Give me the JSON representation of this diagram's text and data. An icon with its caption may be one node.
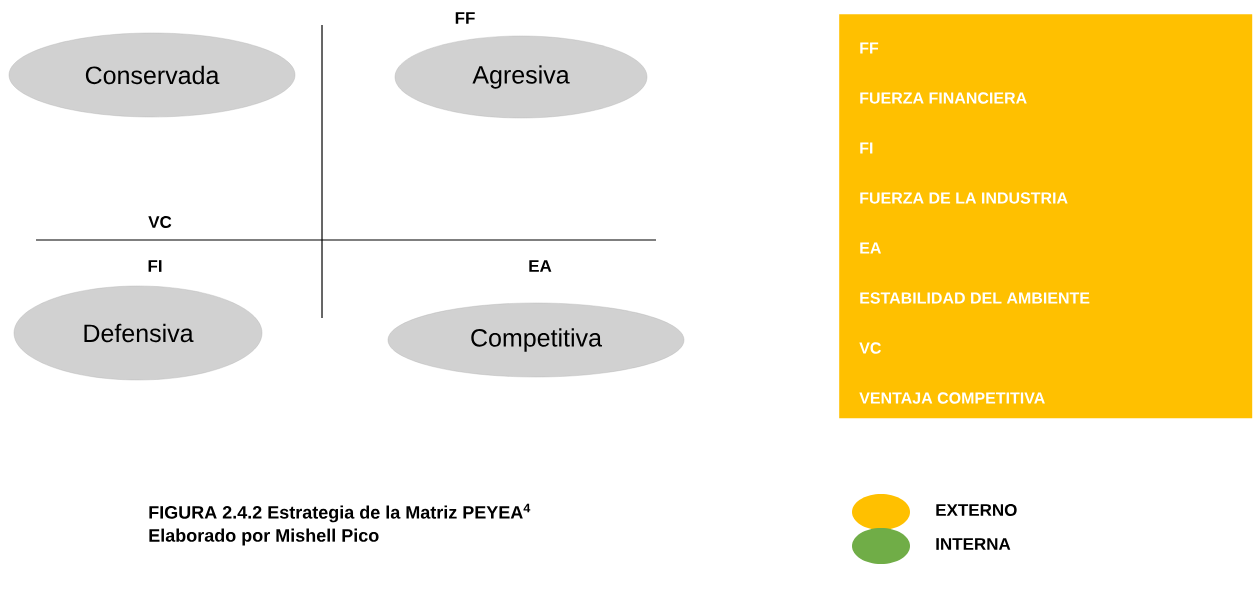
{
  "diagram": {
    "caption": "FIGURA 2.4.2 Estrategia de la Matriz PEYEA$^{4}$",
    "nodes": [
      {
        "text": [
          "Conservada"
        ]
      },
      {
        "text": [
          "Agresiva"
        ]
      },
      {
        "text": [
          "Defensiva"
        ]
      },
      {
        "text": [
          "Competitiva"
        ]
      },
      {
        "text": [
          "FF",
          "FUERZA FINANCIERA",
          "FI",
          "FUERZA DE LA INDUSTRIA",
          "EA",
          "ESTABILIDAD DEL AMBIENTE",
          "VC",
          "VENTAJA COMPETITIVA"
        ]
      }
    ],
    "edges": [],
    "labels": [
      "FF",
      "VC",
      "FI",
      "EA",
      "Elaborado por Mishell Pico"
    ],
    "legend": [
      {
        "text": "EXTERNO",
        "color": "#ffc000"
      },
      {
        "text": "INTERNA",
        "color": "#70ad47"
      }
    ]
  }
}
